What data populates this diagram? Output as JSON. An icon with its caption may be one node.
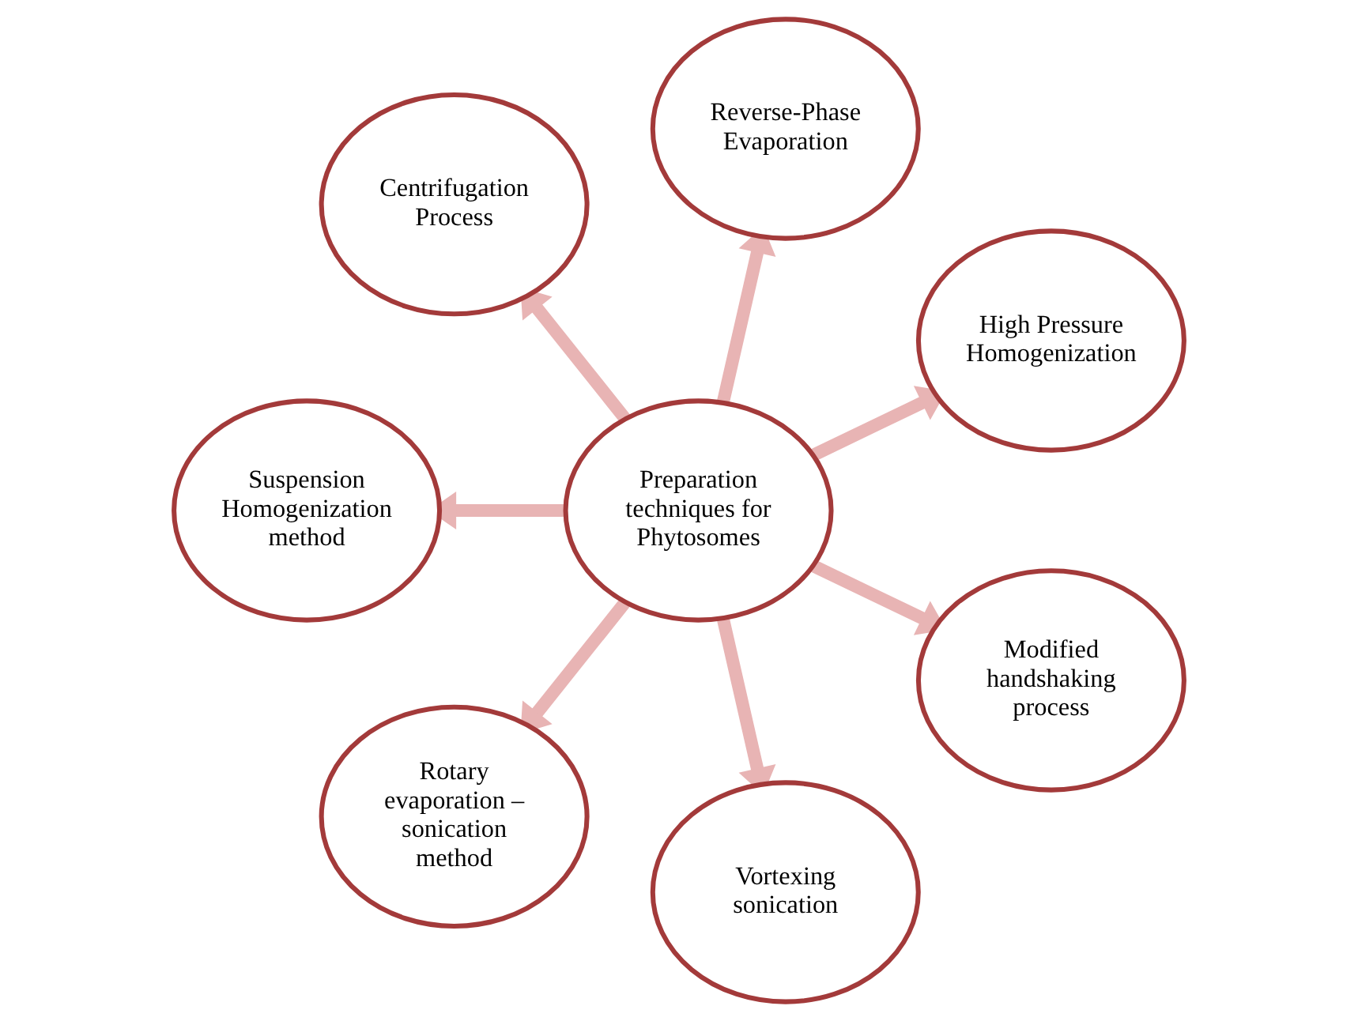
{
  "diagram": {
    "nodes": [
      {
        "text": [
          "Preparation techniques for Phytosomes"
        ]
      },
      {
        "text": [
          "High Pressure Homogenization"
        ]
      },
      {
        "text": [
          "Reverse-Phase Evaporation"
        ]
      },
      {
        "text": [
          "Centrifugation Process"
        ]
      },
      {
        "text": [
          "Suspension Homogenization method"
        ]
      },
      {
        "text": [
          "Rotary evaporation – sonication method"
        ]
      },
      {
        "text": [
          "Vortexing sonication"
        ]
      },
      {
        "text": [
          "Modified handshaking process"
        ]
      }
    ],
    "edges": [
      {
        "from": 0,
        "to": 1,
        "arrow": "to"
      },
      {
        "from": 0,
        "to": 2,
        "arrow": "to"
      },
      {
        "from": 0,
        "to": 3,
        "arrow": "to"
      },
      {
        "from": 0,
        "to": 4,
        "arrow": "to"
      },
      {
        "from": 0,
        "to": 5,
        "arrow": "to"
      },
      {
        "from": 0,
        "to": 6,
        "arrow": "to"
      },
      {
        "from": 0,
        "to": 7,
        "arrow": "to"
      }
    ]
  }
}
